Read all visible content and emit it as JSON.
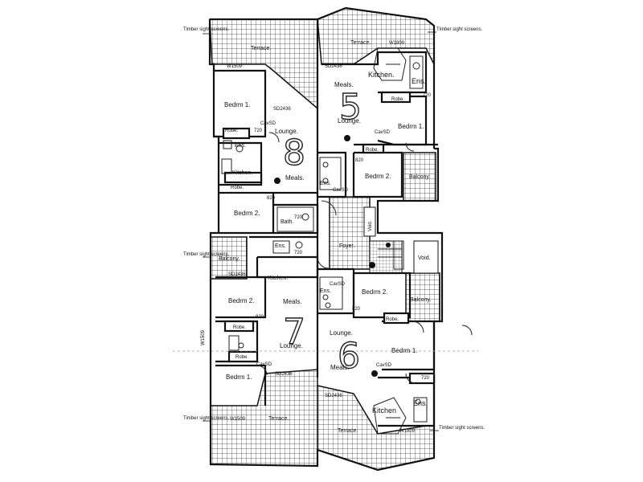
{
  "annotations": {
    "timber_screens": "Timber sight screens."
  },
  "units": {
    "u5": {
      "number": "5",
      "kitchen": "Kitchen.",
      "ens_top": "Ens.",
      "robe_top": "Robe.",
      "meals": "Meals.",
      "lounge": "Lounge.",
      "bed1": "Bedrm 1.",
      "bed2": "Bedrm 2.",
      "robe2": "Robe.",
      "ens2": "Ens.",
      "balcony": "Balcony.",
      "terrace": "Terrace.",
      "cavsd": "CavSD",
      "window": "W1809",
      "sd": "SD2436",
      "d720": "720",
      "d820": "820"
    },
    "u8": {
      "number": "8",
      "terrace": "Terrace.",
      "bed1": "Bedrm 1.",
      "robe": "Robe.",
      "ens": "Ens.",
      "lounge": "Lounge.",
      "kitchen": "Kitchen.",
      "meals": "Meals.",
      "robe2": "Robe.",
      "bed2": "Bedrm 2.",
      "bath": "Bath.",
      "cavsd": "CavSD",
      "window": "W1509",
      "sd": "SD2436",
      "d720": "720",
      "d820": "820"
    },
    "u7": {
      "number": "7",
      "balcony": "Balcony.",
      "ens": "Ens.",
      "kitchen": "Kitchen.",
      "bed2": "Bedrm 2.",
      "meals": "Meals.",
      "robe": "Robe.",
      "lounge": "Lounge.",
      "bed1": "Bedrm 1.",
      "robe2": "Robe.",
      "terrace": "Terrace.",
      "cavsd": "CavSD",
      "window": "W1509",
      "sd": "SD2436",
      "d720": "720",
      "d820": "820"
    },
    "u6": {
      "number": "6",
      "ens_top": "Ens.",
      "bed2": "Bedrm 2.",
      "balcony": "Balcony.",
      "robe": "Robe.",
      "lounge": "Lounge.",
      "meals": "Meals.",
      "bed1": "Bedrm 1.",
      "kitchen": "Kitchen",
      "ens": "Ens.",
      "terrace": "Terrace.",
      "cavsd": "CavSD",
      "cavsd2": "CavSD",
      "window": "W1809",
      "sd": "SD2436",
      "d720": "720",
      "d820": "820"
    }
  },
  "common": {
    "foyer": "Foyer.",
    "void_center": "Void.",
    "void_right": "Void."
  }
}
